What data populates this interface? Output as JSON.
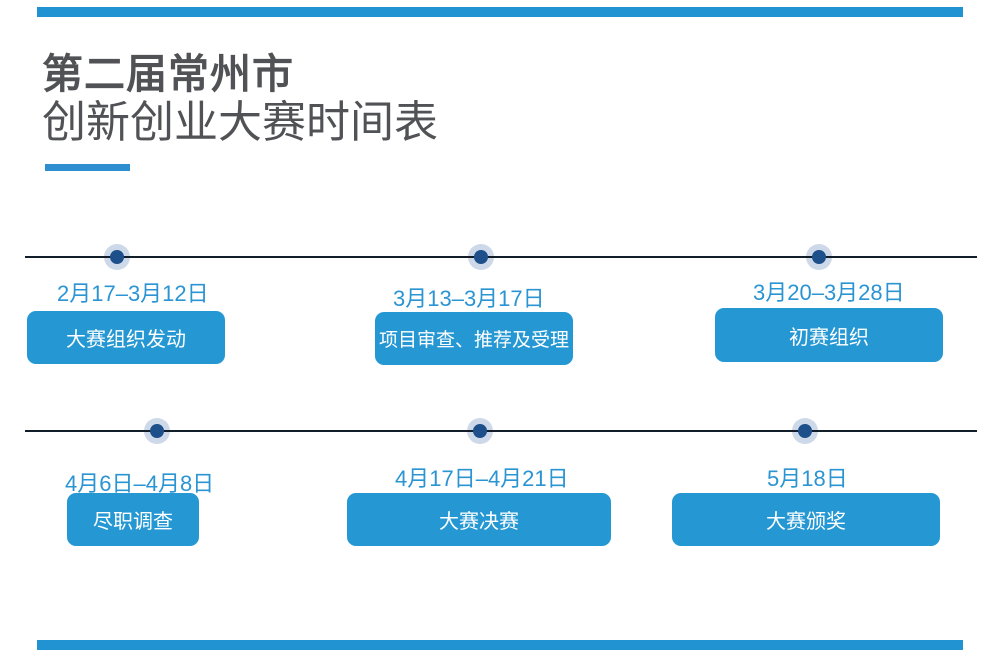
{
  "header": {
    "title_line1": "第二届常州市",
    "title_line2": "创新创业大赛时间表"
  },
  "timeline": {
    "rows": [
      {
        "items": [
          {
            "date": "2月17–3月12日",
            "label": "大赛组织发动"
          },
          {
            "date": "3月13–3月17日",
            "label": "项目审查、推荐及受理"
          },
          {
            "date": "3月20–3月28日",
            "label": "初赛组织"
          }
        ]
      },
      {
        "items": [
          {
            "date": "4月6日–4月8日",
            "label": "尽职调查"
          },
          {
            "date": "4月17日–4月21日",
            "label": "大赛决赛"
          },
          {
            "date": "5月18日",
            "label": "大赛颁奖"
          }
        ]
      }
    ]
  },
  "colors": {
    "accent_blue": "#2293d2",
    "button_blue": "#2598d3",
    "date_blue": "#2b94d2",
    "title_gray": "#515256",
    "timeline_line": "#121d2a",
    "dot_core_blue": "#1d4f8a",
    "dot_halo_blue": "#cdd9e9"
  }
}
